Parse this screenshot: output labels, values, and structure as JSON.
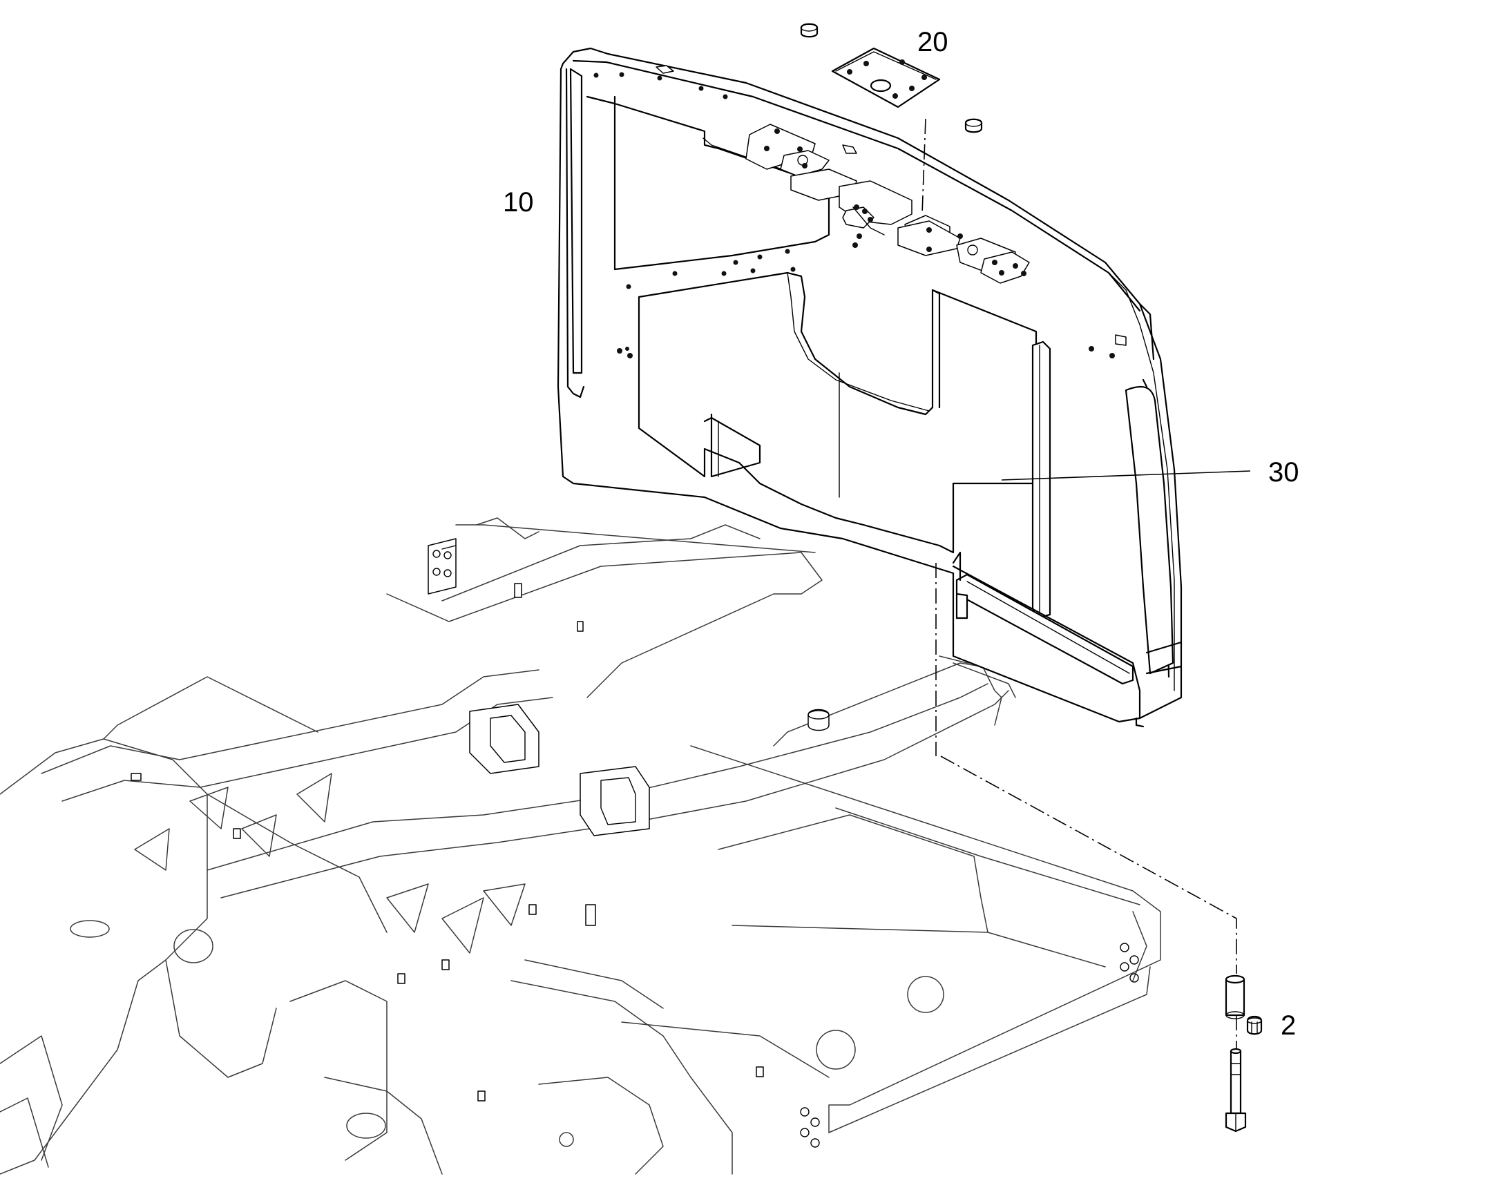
{
  "diagram": {
    "callouts": [
      {
        "id": "10",
        "label": "10"
      },
      {
        "id": "20",
        "label": "20"
      },
      {
        "id": "30",
        "label": "30"
      },
      {
        "id": "2",
        "label": "2"
      }
    ]
  }
}
